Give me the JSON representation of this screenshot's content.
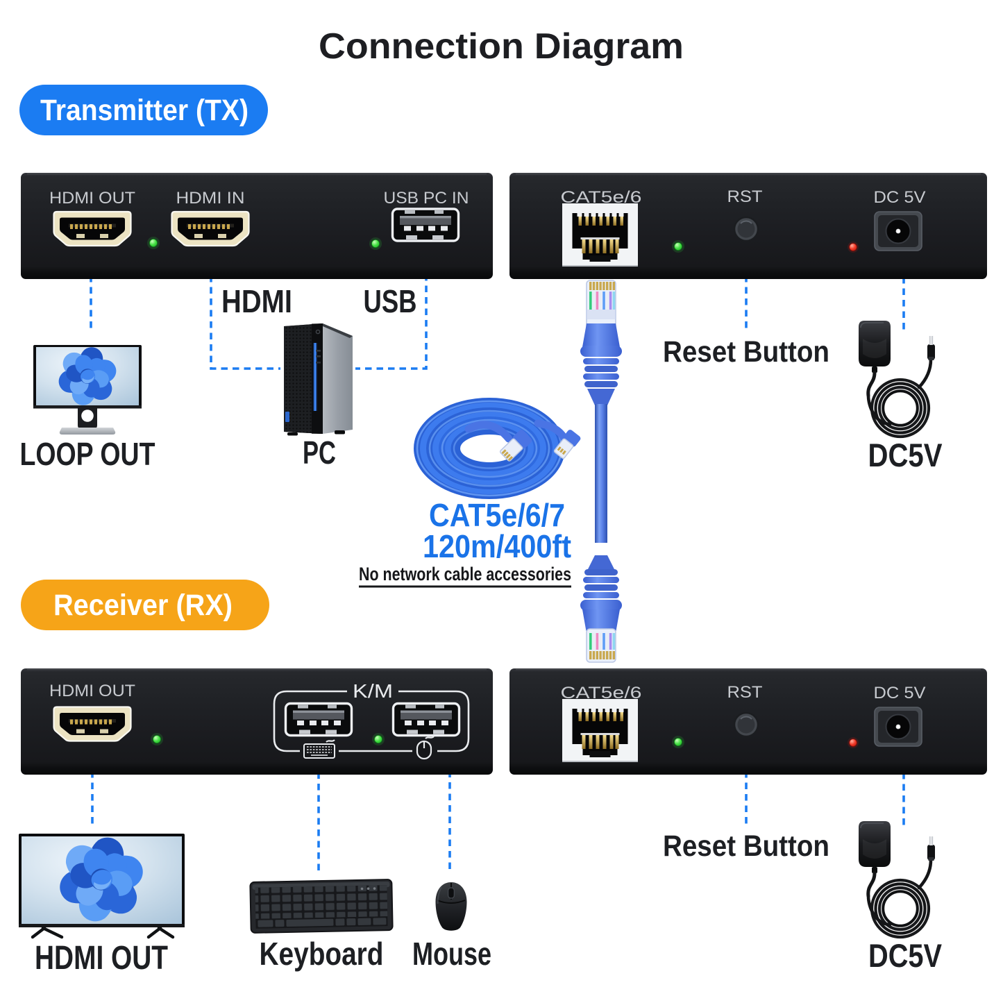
{
  "title": "Connection Diagram",
  "colors": {
    "accent_blue": "#1b7cf2",
    "badge_orange": "#f6a418",
    "label_blue": "#1a73e8",
    "led_green": "#2ed33e",
    "led_red": "#ea1f1a",
    "cable_blue": "#4a7de8",
    "panel_black": "#1c1d21"
  },
  "transmitter": {
    "badge": "Transmitter (TX)",
    "front_panel": {
      "hdmi_out_label": "HDMI OUT",
      "hdmi_in_label": "HDMI IN",
      "usb_label": "USB PC IN"
    },
    "link_panel": {
      "rj45_label": "CAT5e/6",
      "reset_label": "RST",
      "power_label": "DC 5V"
    },
    "callouts": {
      "monitor": "LOOP OUT",
      "hdmi": "HDMI",
      "usb": "USB",
      "pc": "PC",
      "reset": "Reset Button",
      "power": "DC5V"
    }
  },
  "network_cable": {
    "type": "CAT5e/6/7",
    "length": "120m/400ft",
    "note": "No network cable accessories"
  },
  "receiver": {
    "badge": "Receiver (RX)",
    "front_panel": {
      "hdmi_out_label": "HDMI OUT",
      "km_label": "K/M"
    },
    "link_panel": {
      "rj45_label": "CAT5e/6",
      "reset_label": "RST",
      "power_label": "DC 5V"
    },
    "callouts": {
      "monitor": "HDMI OUT",
      "keyboard": "Keyboard",
      "mouse": "Mouse",
      "reset": "Reset Button",
      "power": "DC5V"
    }
  }
}
